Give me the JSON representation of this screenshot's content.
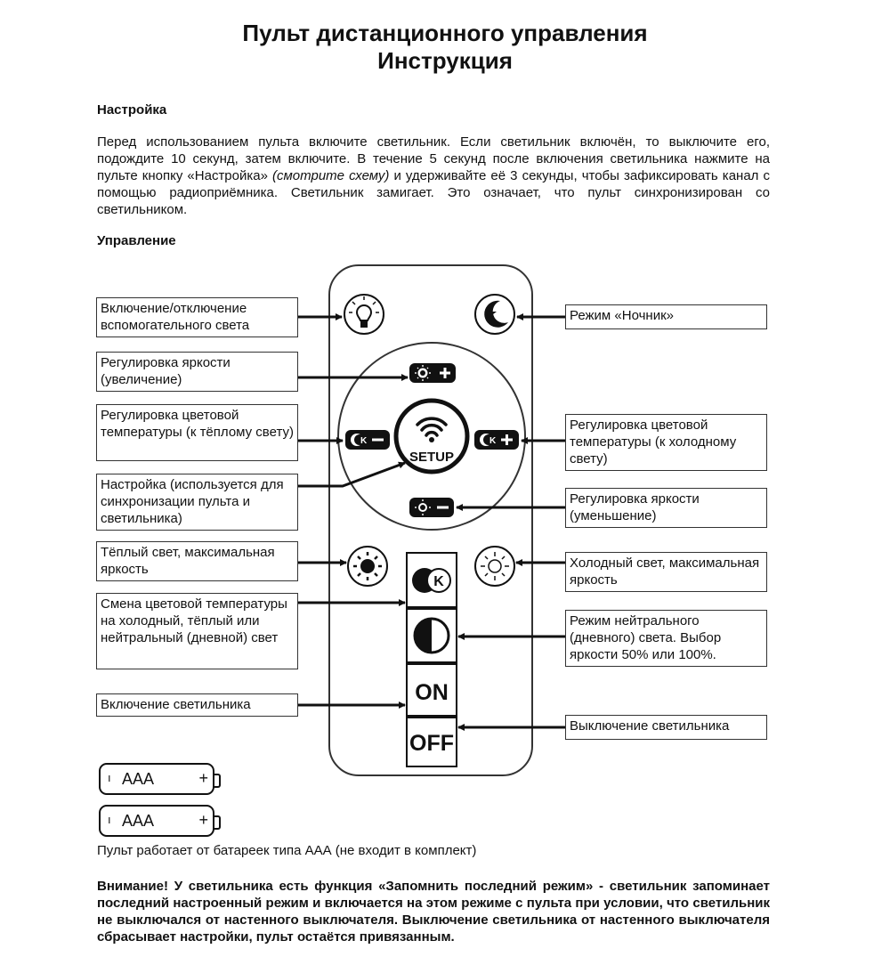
{
  "title": {
    "line1": "Пульт дистанционного управления",
    "line2": "Инструкция"
  },
  "setup": {
    "heading": "Настройка",
    "text_before": "Перед использованием пульта включите светильник. Если светильник включён, то выключите его, подождите 10 секунд, затем включите. В течение 5 секунд после включения светильника нажмите на пульте кнопку «Настройка» ",
    "text_italic": "(смотрите схему)",
    "text_after": " и удерживайте её 3 секунды, чтобы зафиксировать канал с помощью радиоприёмника. Светильник замигает. Это означает, что пульт синхронизирован со светильником."
  },
  "control": {
    "heading": "Управление"
  },
  "labels_left": [
    "Включение/отключение вспомогательного света",
    "Регулировка яркости (увеличение)",
    "Регулировка цветовой температуры (к тёплому свету)",
    "Настройка (используется для синхронизации пульта и светильника)",
    "Тёплый свет, максимальная яркость",
    "Смена цветовой температуры на холодный, тёплый или нейтральный (дневной) свет",
    "Включение светильника"
  ],
  "labels_right": [
    "Режим «Ночник»",
    "Регулировка цветовой температуры (к холодному свету)",
    "Регулировка яркости (уменьшение)",
    "Холодный свет, максимальная яркость",
    "Режим нейтрального (дневного) света. Выбор яркости 50% или 100%.",
    "Выключение светильника"
  ],
  "buttons": {
    "setup": "SETUP",
    "on": "ON",
    "off": "OFF",
    "k": "K"
  },
  "batteries": [
    {
      "label": "AAA",
      "minus": "ı",
      "plus": "+"
    },
    {
      "label": "AAA",
      "minus": "ı",
      "plus": "+"
    }
  ],
  "battery_note": "Пульт работает от батареек типа ААА (не входит в комплект)",
  "warning": "Внимание! У светильника есть функция «Запомнить последний режим» - светильник запоминает последний настроенный режим и включается на этом режиме с пульта при условии, что светильник не выключался от настенного выключателя. Выключение светильника от настенного выключателя сбрасывает настройки, пульт остаётся привязанным.",
  "icons": {
    "aux_light": "lightbulb-icon",
    "night": "moon-star-icon",
    "bright_up": "sun-plus-icon",
    "bright_down": "sun-minus-icon",
    "temp_warm": "kelvin-minus-icon",
    "temp_cold": "kelvin-plus-icon",
    "setup": "wifi-icon",
    "warm_max": "sun-filled-icon",
    "cold_max": "sun-outline-icon",
    "temp_cycle": "kelvin-icon",
    "neutral": "half-circle-icon"
  }
}
